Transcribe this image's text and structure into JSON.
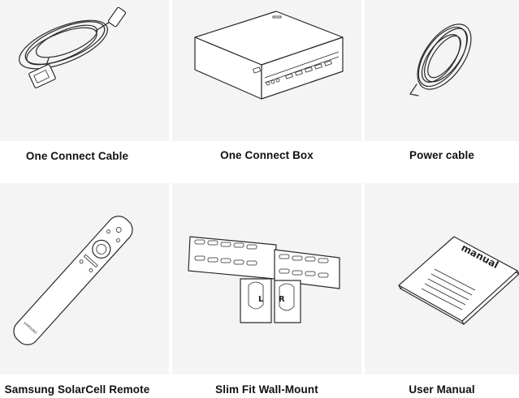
{
  "products": [
    {
      "label": "One Connect Cable",
      "icon": "cable-coil-icon"
    },
    {
      "label": "One Connect Box",
      "icon": "box-device-icon"
    },
    {
      "label": "Power cable",
      "icon": "power-cable-icon"
    },
    {
      "label": "Samsung SolarCell Remote",
      "icon": "remote-control-icon"
    },
    {
      "label": "Slim Fit Wall-Mount",
      "icon": "wall-mount-icon"
    },
    {
      "label": "User Manual",
      "icon": "manual-book-icon"
    }
  ],
  "illustration_text": {
    "manual_cover": "manual",
    "mount_left": "L",
    "mount_right": "R",
    "brand": "SAMSUNG"
  }
}
